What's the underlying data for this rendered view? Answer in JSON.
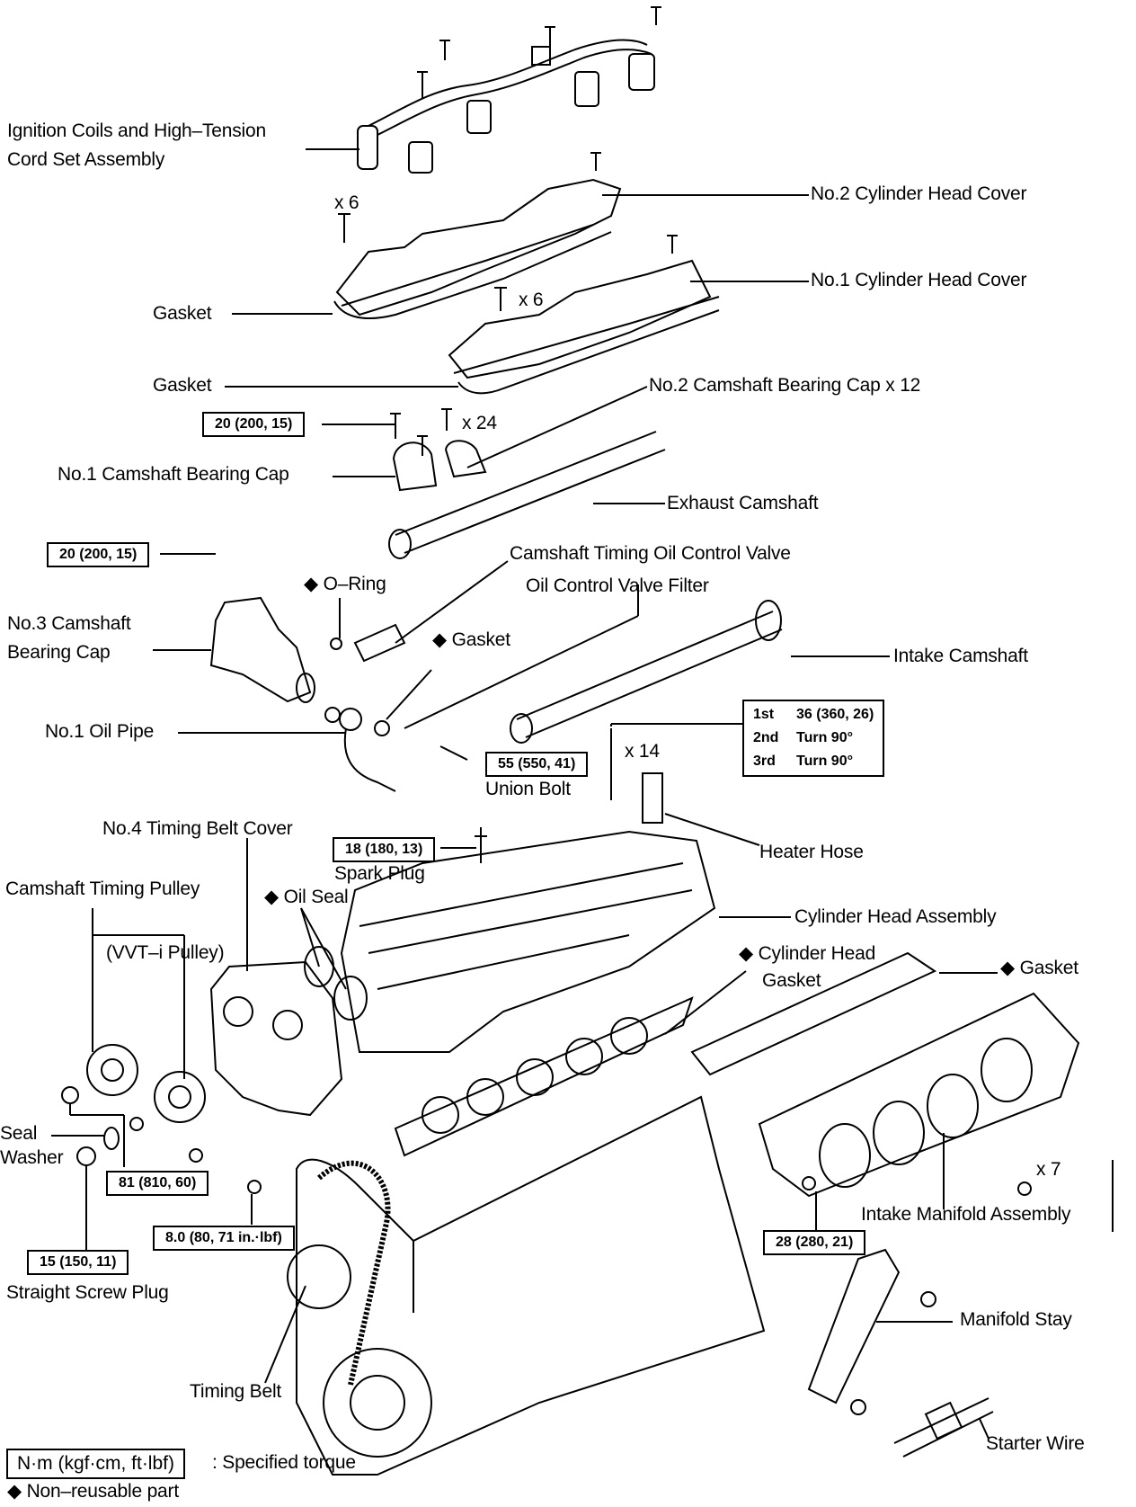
{
  "title": "Cylinder Head Components — Exploded View",
  "labels": {
    "ignition_coils": "Ignition Coils and High–Tension",
    "ignition_coils_2": "Cord Set Assembly",
    "no2_head_cover": "No.2 Cylinder Head Cover",
    "no1_head_cover": "No.1 Cylinder Head Cover",
    "gasket_upper": "Gasket",
    "gasket_lower": "Gasket",
    "no2_cam_cap": "No.2 Camshaft Bearing Cap x 12",
    "no1_cam_cap": "No.1 Camshaft Bearing Cap",
    "exhaust_camshaft": "Exhaust Camshaft",
    "ocv": "Camshaft Timing Oil Control Valve",
    "ocv_filter": "Oil Control Valve Filter",
    "o_ring": "◆ O–Ring",
    "no3_cam_cap": "No.3 Camshaft",
    "no3_cam_cap_2": "Bearing Cap",
    "gasket_ocv": "◆ Gasket",
    "intake_camshaft": "Intake Camshaft",
    "no1_oil_pipe": "No.1 Oil Pipe",
    "union_bolt": "Union Bolt",
    "heater_hose": "Heater Hose",
    "no4_timing_cover": "No.4 Timing Belt Cover",
    "spark_plug": "Spark Plug",
    "cam_timing_pulley": "Camshaft Timing Pulley",
    "oil_seal": "◆ Oil Seal",
    "cyl_head_assembly": "Cylinder Head Assembly",
    "vvti_pulley": "(VVT–i Pulley)",
    "cyl_head_gasket": "◆ Cylinder Head",
    "cyl_head_gasket_2": "Gasket",
    "intake_gasket": "◆ Gasket",
    "seal_washer": "Seal",
    "seal_washer_2": "Washer",
    "intake_manifold": "Intake Manifold Assembly",
    "straight_screw_plug": "Straight Screw Plug",
    "manifold_stay": "Manifold Stay",
    "timing_belt": "Timing Belt",
    "starter_wire": "Starter Wire"
  },
  "quantities": {
    "cover_bolts_left": "x 6",
    "cover_bolts_right": "x 6",
    "cap_bolts": "x 24",
    "head_bolts": "x 14",
    "manifold_nuts": "x 7"
  },
  "torques": {
    "cam_cap": "20 (200, 15)",
    "no3_cap": "20 (200, 15)",
    "union_bolt": "55 (550, 41)",
    "spark_plug": "18 (180, 13)",
    "pulley": "81 (810, 60)",
    "belt_cover": "8.0 (80, 71 in.·lbf)",
    "screw_plug": "15 (150, 11)",
    "manifold_stay": "28 (280, 21)"
  },
  "head_bolt_torque": [
    {
      "step": "1st",
      "value": "36 (360, 26)"
    },
    {
      "step": "2nd",
      "value": "Turn 90°"
    },
    {
      "step": "3rd",
      "value": "Turn 90°"
    }
  ],
  "legend": {
    "torque_unit": "N·m (kgf·cm, ft·lbf)",
    "torque_desc": ": Specified torque",
    "non_reusable": "◆ Non–reusable part"
  }
}
